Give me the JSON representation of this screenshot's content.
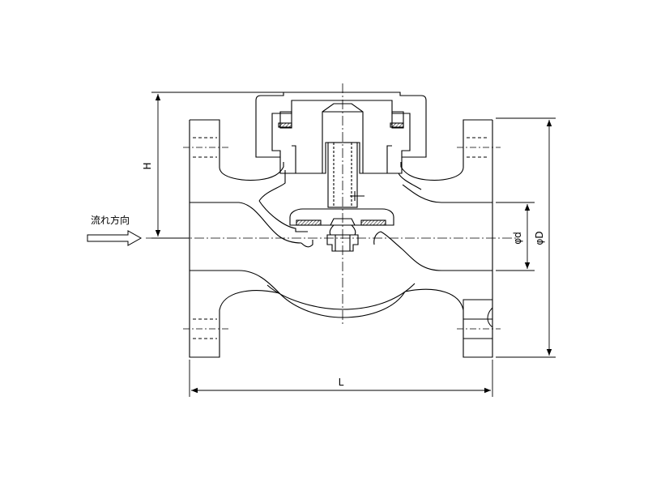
{
  "diagram": {
    "flow_direction_label": "流れ方向",
    "dimensions": {
      "height": "H",
      "length": "L",
      "bore_diameter": "φd",
      "flange_diameter": "φD"
    }
  },
  "colors": {
    "line": "#000000",
    "hatch_fill": "#999999",
    "background": "#ffffff"
  }
}
